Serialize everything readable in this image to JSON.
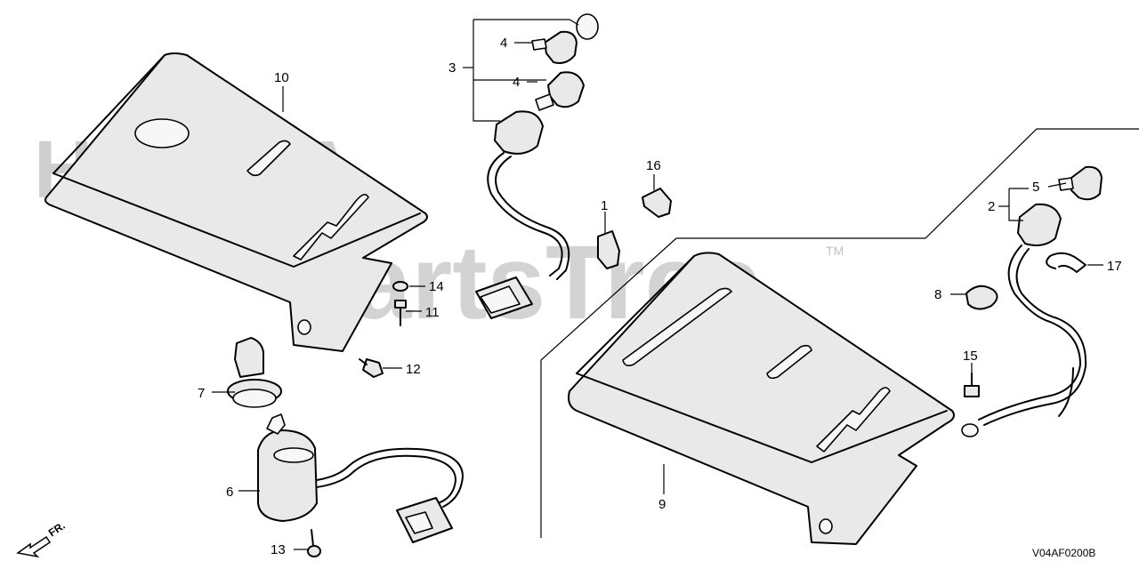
{
  "watermark": {
    "honda": "HONDA",
    "brand": "PartsTree",
    "trademark": "TM"
  },
  "direction": {
    "label": "FR."
  },
  "diagram_code": "V04AF0200B",
  "callouts": {
    "c1": "1",
    "c2": "2",
    "c3": "3",
    "c4a": "4",
    "c4b": "4",
    "c5": "5",
    "c6": "6",
    "c7": "7",
    "c8": "8",
    "c9": "9",
    "c10": "10",
    "c11": "11",
    "c12": "12",
    "c13": "13",
    "c14": "14",
    "c15": "15",
    "c16": "16",
    "c17": "17"
  }
}
